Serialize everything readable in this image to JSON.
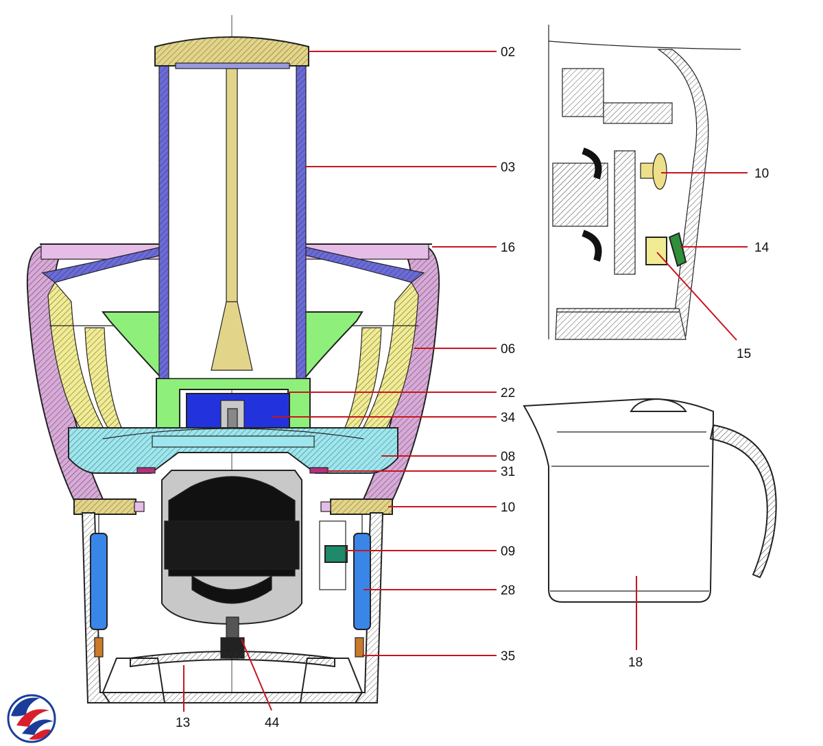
{
  "colors": {
    "leader": "#c8141e",
    "lid": "#e2d58a",
    "pusher": "#6b6bd8",
    "housing": "#d9a9d9",
    "lid_rim": "#e6bde6",
    "filter_basket": "#8ef07a",
    "drive_coupling": "#2233dd",
    "base_plate": "#9ee6ee",
    "yellow_seal": "#f1ec93",
    "motor_frame": "#c8c8c8",
    "motor_core": "#111111",
    "switch_green": "#1f8a6a",
    "magnet_blue": "#3a86e8",
    "pink_washer": "#b0327f",
    "spring_copper": "#c97a2a",
    "knob": "#eee08a",
    "lever_green": "#2f8f3a",
    "logo_blue": "#1b3d9a",
    "logo_red": "#d8202c"
  },
  "callouts": {
    "c02": "02",
    "c03": "03",
    "c16": "16",
    "c06": "06",
    "c22": "22",
    "c34": "34",
    "c08": "08",
    "c31": "31",
    "c10": "10",
    "c09": "09",
    "c28": "28",
    "c35": "35",
    "c13": "13",
    "c44": "44",
    "d10": "10",
    "d14": "14",
    "d15": "15",
    "j18": "18"
  },
  "icons": {
    "logo": "swirl-logo-icon"
  }
}
